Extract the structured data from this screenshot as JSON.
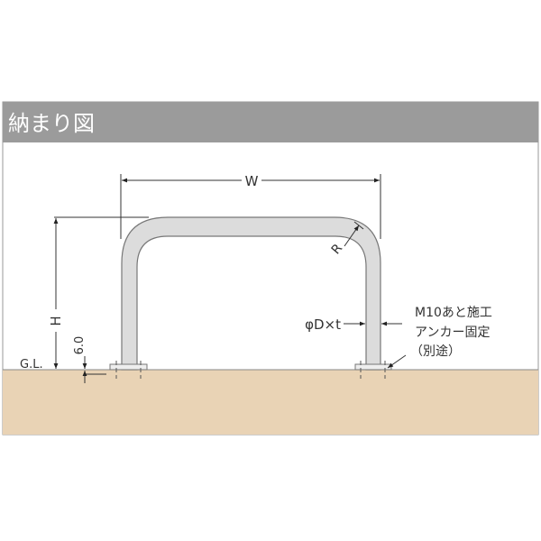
{
  "title": "納まり図",
  "labels": {
    "width": "W",
    "height": "H",
    "radius": "R",
    "pipe": "φD×t",
    "ground_level": "G.L.",
    "embed_depth": "6.0",
    "anchor_note": [
      "M10あと施工",
      "アンカー固定",
      "（別途）"
    ]
  },
  "colors": {
    "header": "#9b9b9b",
    "ground": "#e9d3b5",
    "pipe_fill": "#dcdcdc",
    "pipe_stroke": "#777777"
  }
}
